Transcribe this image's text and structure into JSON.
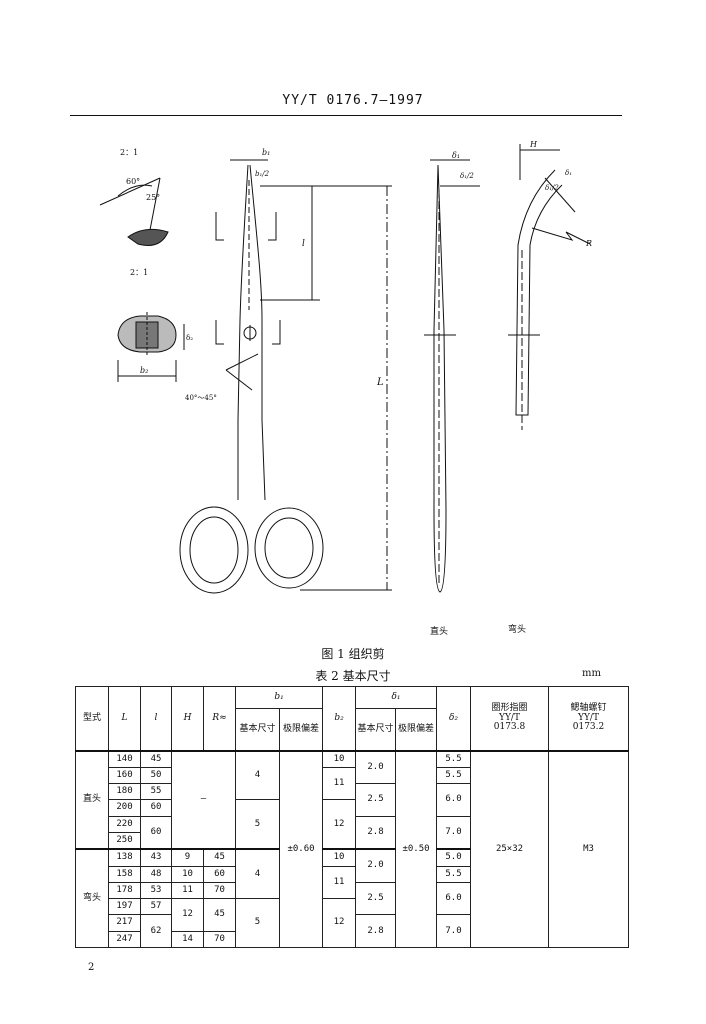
{
  "header": {
    "standard": "YY/T 0176.7—1997"
  },
  "figure": {
    "scale_a": "2：1",
    "scale_b": "2：1",
    "angle_60": "60°",
    "angle_25": "25°",
    "angle_range": "40°～45°",
    "label_b1": "b₁",
    "label_b1_sub": "b₁/2",
    "label_l": "l",
    "label_L": "L",
    "label_b2": "b₂",
    "label_delta1": "δ₁",
    "label_delta1_sub": "δ₁/2",
    "label_delta1_2": "δ₁",
    "label_delta1_sub2": "δ₁/2",
    "label_H": "H",
    "label_R": "R",
    "label_deltax": "δ₂",
    "view_straight": "直头",
    "view_curved": "弯头"
  },
  "caption": {
    "figure": "图 1  组织剪",
    "table": "表 2  基本尺寸",
    "unit": "mm"
  },
  "table": {
    "headers": {
      "type": "型式",
      "L": "L",
      "l": "l",
      "H": "H",
      "R": "R≈",
      "b1": "b₁",
      "b1_basic": "基本尺寸",
      "b1_dev": "极限偏差",
      "b2": "b₂",
      "d1": "δ₁",
      "d1_basic": "基本尺寸",
      "d1_dev": "极限偏差",
      "d2": "δ₂",
      "ring": "圈形指圈\nYY/T\n0173.8",
      "screw": "鳃轴螺钉\nYY/T\n0173.2"
    },
    "straight": {
      "type": "直头",
      "L": [
        "140",
        "160",
        "180",
        "200",
        "220",
        "250"
      ],
      "l": [
        "45",
        "50",
        "55",
        "60",
        "60"
      ],
      "H": "—",
      "b1_basic": [
        "4",
        "5"
      ],
      "b2": [
        "10",
        "11",
        "12"
      ],
      "d1_basic": [
        "2.0",
        "2.5",
        "2.8"
      ],
      "d2": [
        "5.5",
        "5.5",
        "6.0",
        "7.0"
      ]
    },
    "curved": {
      "type": "弯头",
      "L": [
        "138",
        "158",
        "178",
        "197",
        "217",
        "247"
      ],
      "l": [
        "43",
        "48",
        "53",
        "57",
        "62"
      ],
      "H": [
        "9",
        "10",
        "11",
        "12",
        "14"
      ],
      "R": [
        "45",
        "60",
        "70",
        "45",
        "70"
      ],
      "b1_basic": [
        "4",
        "5"
      ],
      "b2": [
        "10",
        "11",
        "12"
      ],
      "d1_basic": [
        "2.0",
        "2.5",
        "2.8"
      ],
      "d2": [
        "5.0",
        "5.5",
        "6.0",
        "7.0"
      ]
    },
    "b1_dev": "±0.60",
    "d1_dev": "±0.50",
    "ring_value": "25×32",
    "screw_value": "M3"
  },
  "page_number": "2"
}
